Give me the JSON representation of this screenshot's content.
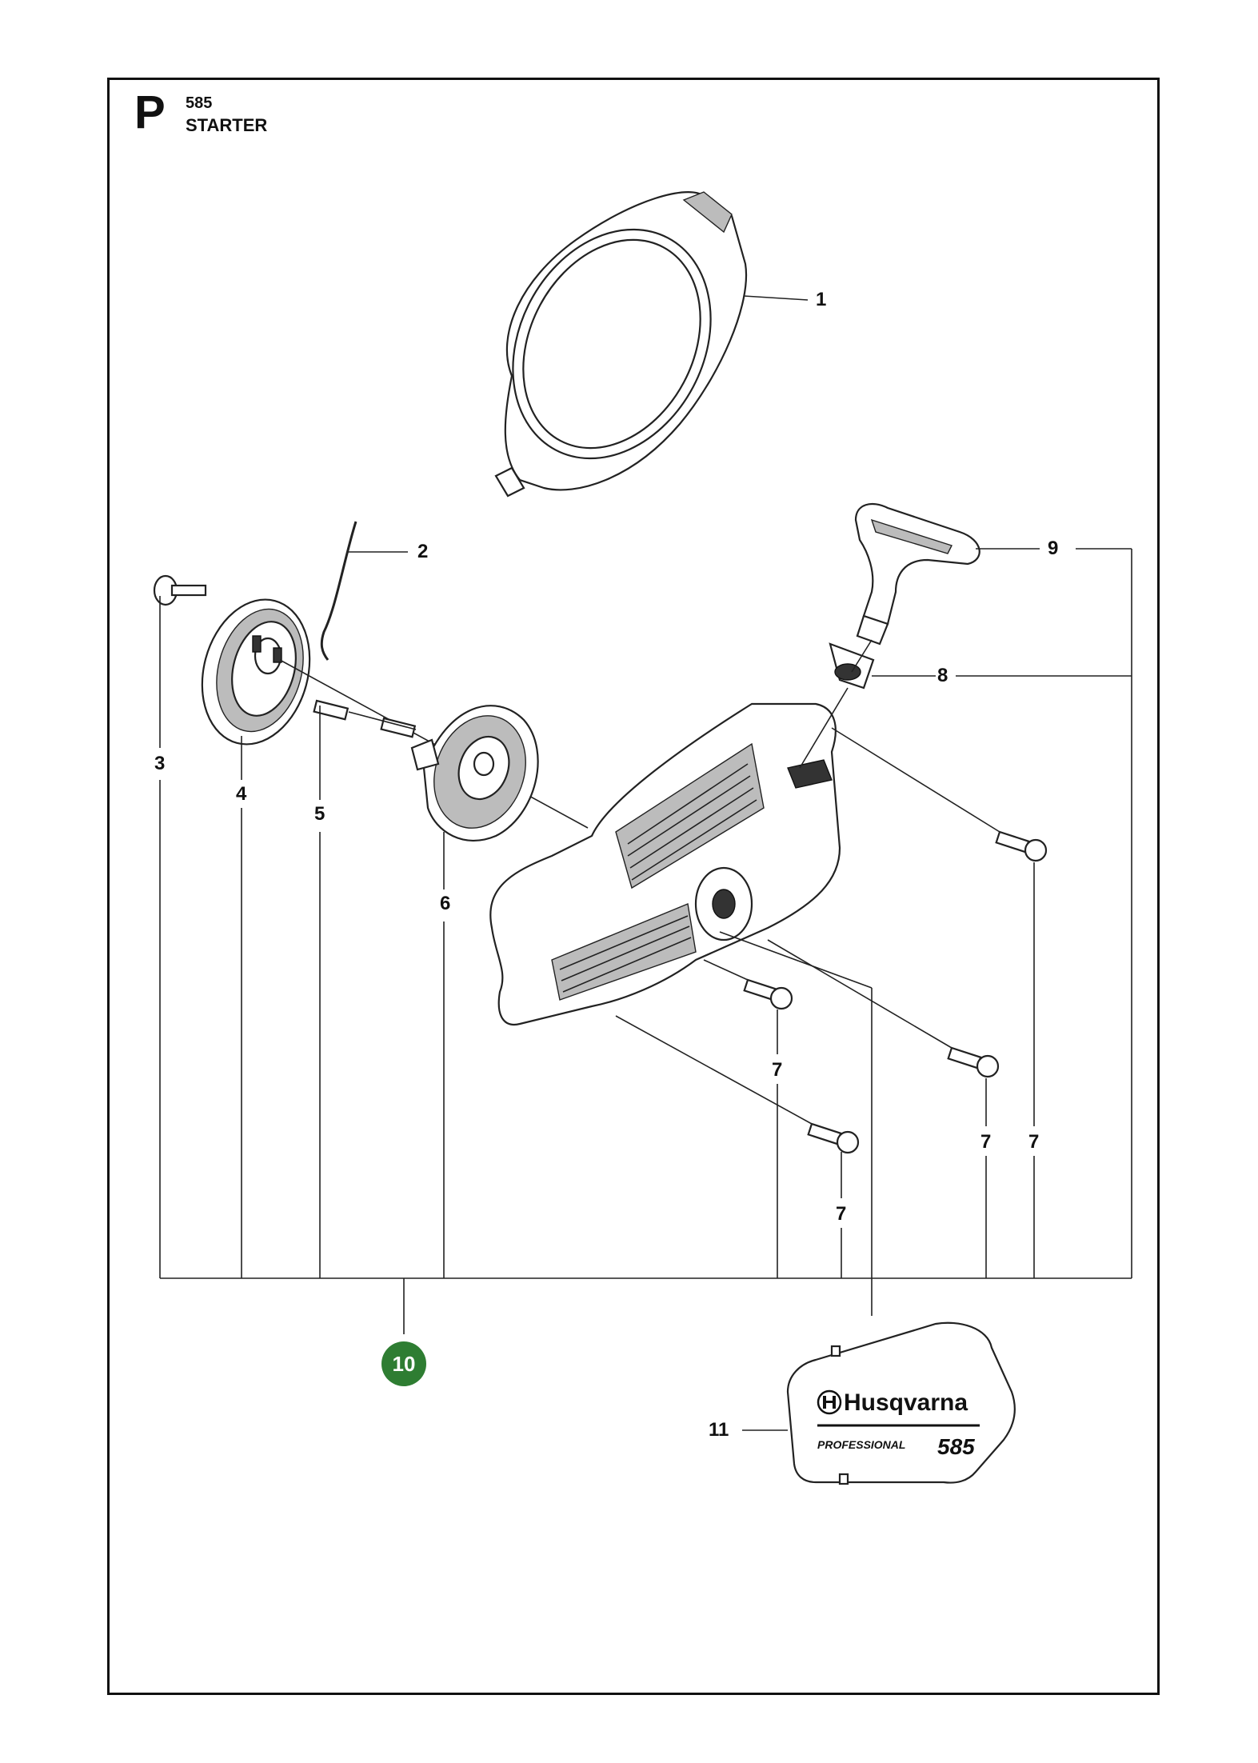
{
  "header": {
    "page_letter": "P",
    "model": "585",
    "section": "STARTER"
  },
  "callouts": {
    "c1": "1",
    "c2": "2",
    "c3": "3",
    "c4": "4",
    "c5": "5",
    "c6": "6",
    "c7a": "7",
    "c7b": "7",
    "c7c": "7",
    "c7d": "7",
    "c8": "8",
    "c9": "9",
    "c10": "10",
    "c11": "11"
  },
  "decal": {
    "brand": "Husqvarna",
    "line": "PROFESSIONAL",
    "model": "585"
  },
  "colors": {
    "assembly_badge": "#2e7d32",
    "line": "#222222"
  }
}
